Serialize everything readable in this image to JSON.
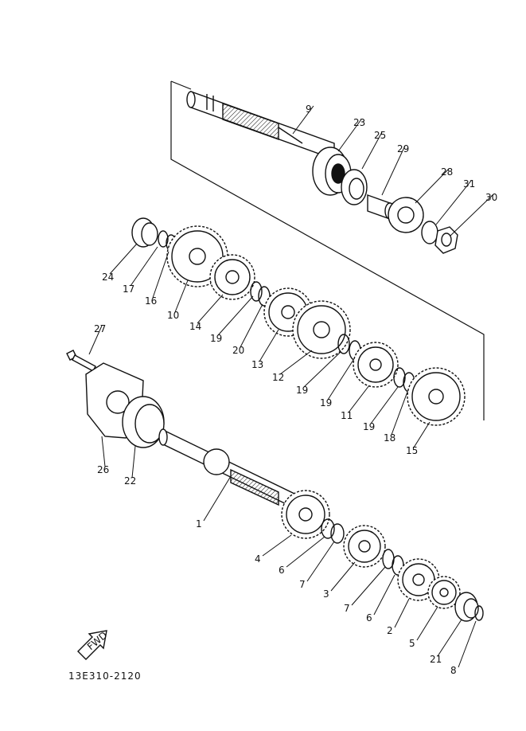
{
  "figure_code": "13E310-2120",
  "fwd_label": "FWD",
  "callouts": [
    "1",
    "2",
    "3",
    "4",
    "5",
    "6",
    "7",
    "8",
    "9",
    "10",
    "11",
    "12",
    "13",
    "14",
    "15",
    "16",
    "17",
    "18",
    "19",
    "20",
    "21",
    "22",
    "23",
    "24",
    "25",
    "26",
    "27",
    "28",
    "29",
    "30",
    "31"
  ],
  "callout_list": [
    {
      "label": "9"
    },
    {
      "label": "23"
    },
    {
      "label": "25"
    },
    {
      "label": "29"
    },
    {
      "label": "28"
    },
    {
      "label": "31"
    },
    {
      "label": "30"
    },
    {
      "label": "24"
    },
    {
      "label": "17"
    },
    {
      "label": "16"
    },
    {
      "label": "10"
    },
    {
      "label": "14"
    },
    {
      "label": "19"
    },
    {
      "label": "20"
    },
    {
      "label": "13"
    },
    {
      "label": "12"
    },
    {
      "label": "19"
    },
    {
      "label": "19"
    },
    {
      "label": "11"
    },
    {
      "label": "19"
    },
    {
      "label": "18"
    },
    {
      "label": "15"
    },
    {
      "label": "27"
    },
    {
      "label": "26"
    },
    {
      "label": "22"
    },
    {
      "label": "1"
    },
    {
      "label": "4"
    },
    {
      "label": "6"
    },
    {
      "label": "7"
    },
    {
      "label": "3"
    },
    {
      "label": "7"
    },
    {
      "label": "6"
    },
    {
      "label": "2"
    },
    {
      "label": "5"
    },
    {
      "label": "21"
    },
    {
      "label": "8"
    }
  ],
  "colors": {
    "ink": "#111111",
    "paper": "#ffffff"
  }
}
